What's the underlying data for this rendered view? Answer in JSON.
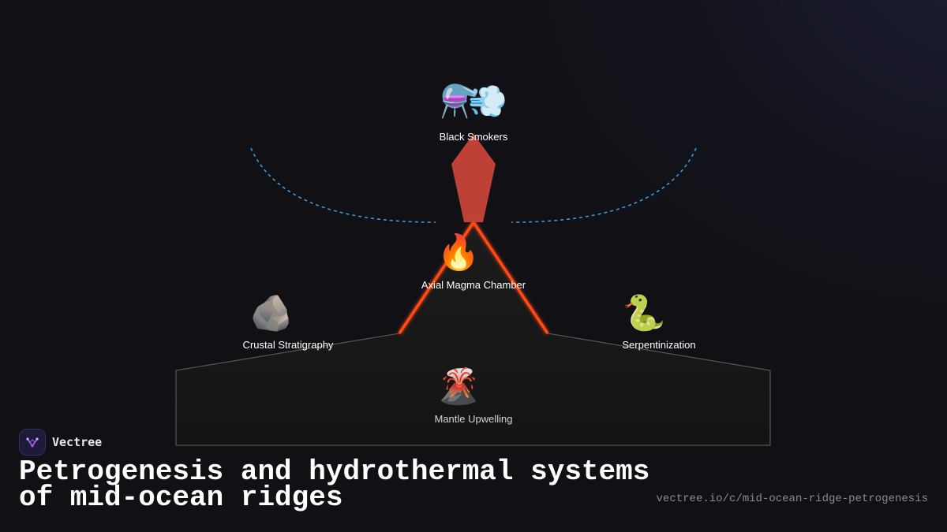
{
  "diagram": {
    "nodes": [
      {
        "id": "black-smokers",
        "icon": "flask-steam-icon",
        "emoji": "⚗️💨",
        "label": "Black Smokers"
      },
      {
        "id": "axial-magma-chamber",
        "icon": "fire-icon",
        "emoji": "🔥",
        "label": "Axial Magma Chamber"
      },
      {
        "id": "crustal-stratigraphy",
        "icon": "rock-icon",
        "emoji": "🪨",
        "label": "Crustal Stratigraphy"
      },
      {
        "id": "serpentinization",
        "icon": "snake-icon",
        "emoji": "🐍",
        "label": "Serpentinization"
      },
      {
        "id": "mantle-upwelling",
        "icon": "volcano-icon",
        "emoji": "🌋",
        "label": "Mantle Upwelling"
      }
    ]
  },
  "colors": {
    "background": "#101015",
    "ridge_fill": "#1a1a1a",
    "magma_line": "#ff4a12",
    "vent_plume": "#c8453a",
    "current_arc": "#3b9be0",
    "logo_accent": "#b067e6"
  },
  "brand": {
    "name": "Vectree",
    "icon": "vectree-logo-icon"
  },
  "title": "Petrogenesis and hydrothermal systems of mid-ocean ridges",
  "url": "vectree.io/c/mid-ocean-ridge-petrogenesis"
}
